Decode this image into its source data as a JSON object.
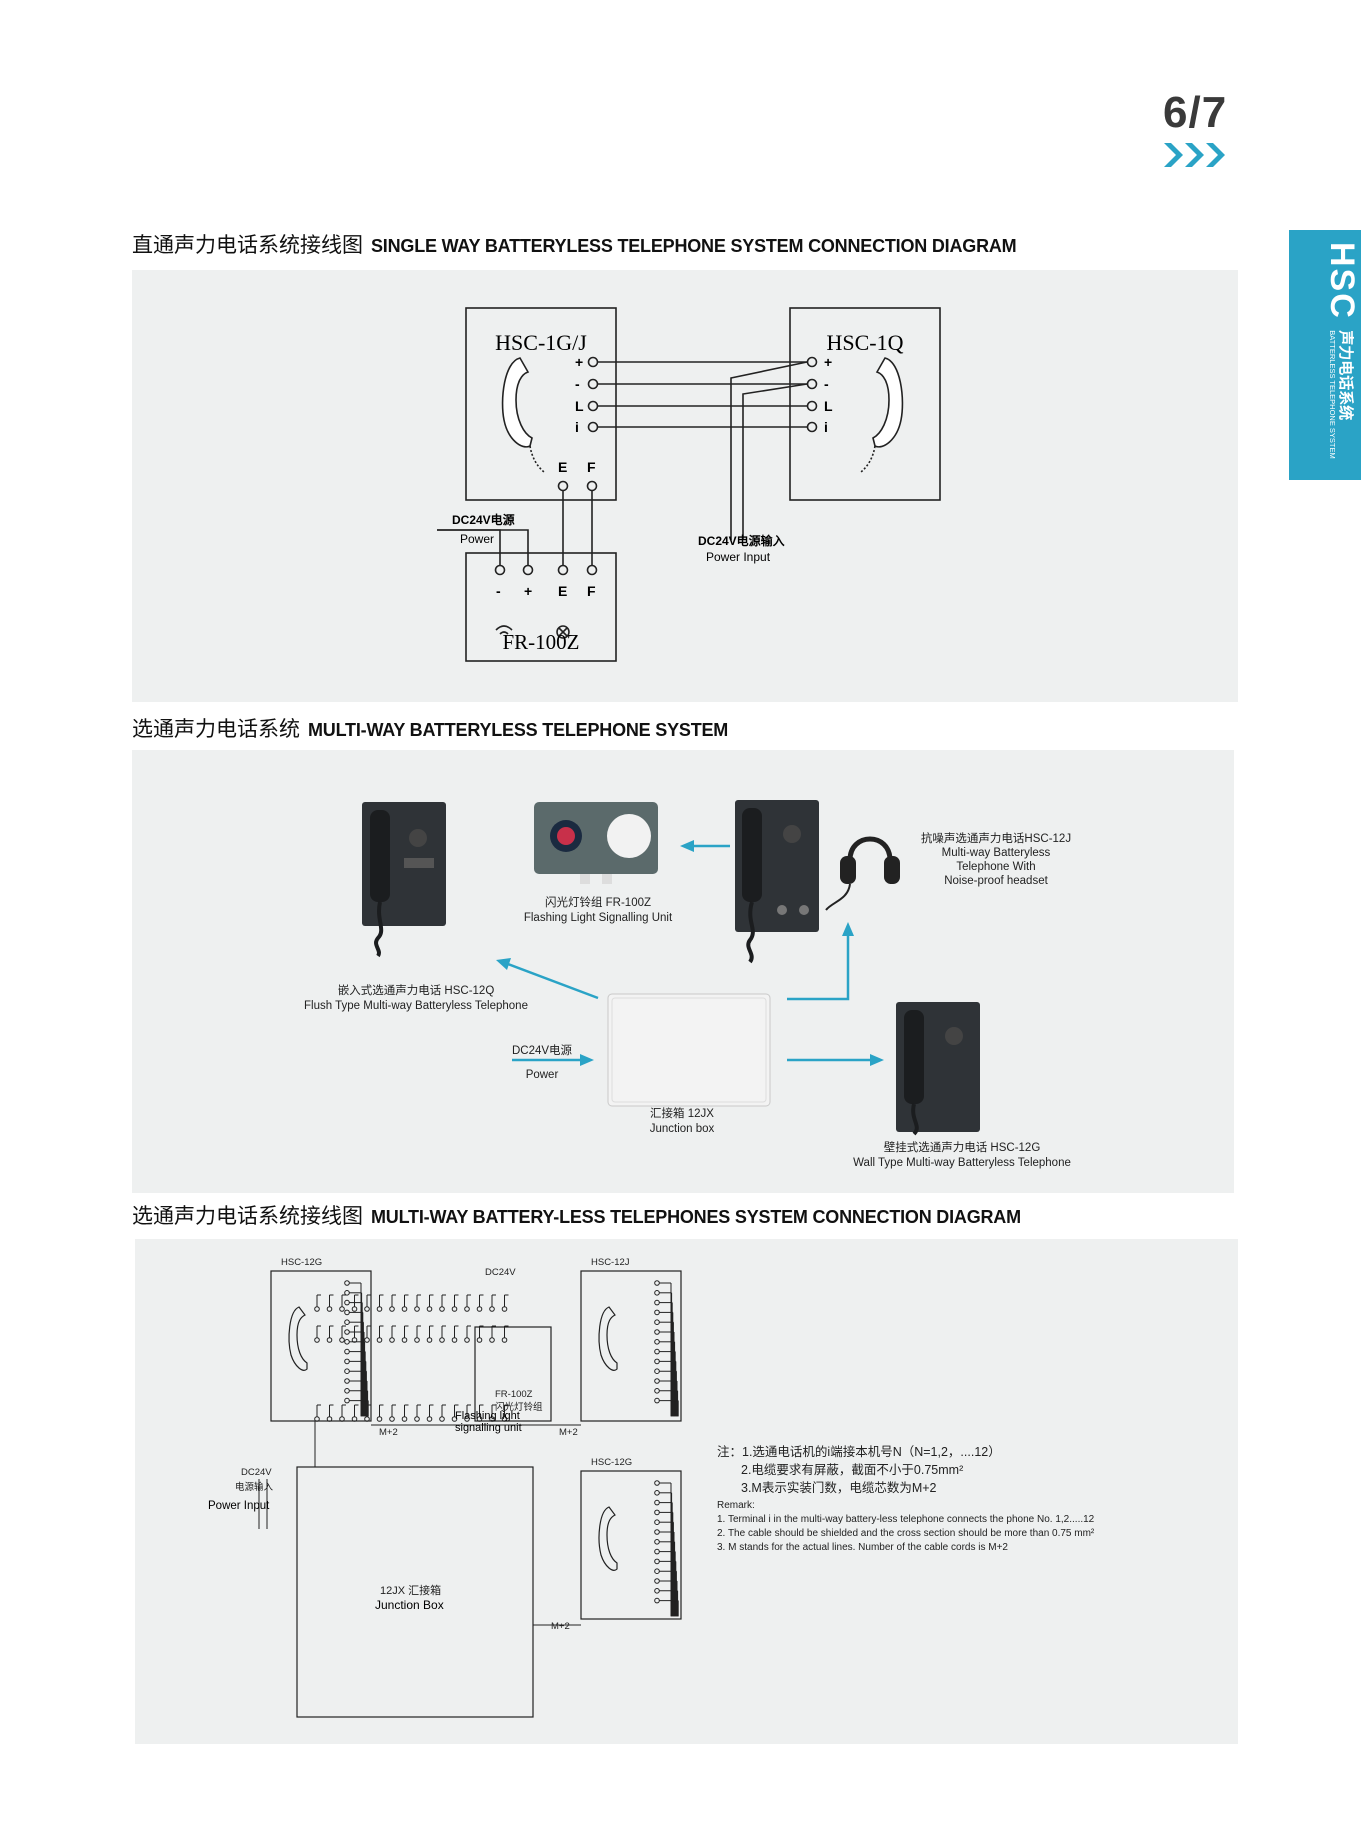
{
  "page": {
    "number": "6/7"
  },
  "side_tab": {
    "big": "HSC",
    "cn": "声力电话系统",
    "en": "BATTERLESS TELEPHONE SYSTEM"
  },
  "section1": {
    "title_cn": "直通声力电话系统接线图",
    "title_en": "SINGLE WAY BATTERYLESS TELEPHONE SYSTEM CONNECTION DIAGRAM",
    "left_device": "HSC-1G/J",
    "right_device": "HSC-1Q",
    "terminals": [
      "+",
      "-",
      "L",
      "i"
    ],
    "ef_terminals": [
      "E",
      "F"
    ],
    "power_cn": "DC24V电源",
    "power_en": "Power",
    "power_input_cn": "DC24V电源输入",
    "power_input_en": "Power Input",
    "fr_terminals": [
      "-",
      "+",
      "E",
      "F"
    ],
    "fr_device": "FR-100Z"
  },
  "section2": {
    "title_cn": "选通声力电话系统",
    "title_en": "MULTI-WAY BATTERYLESS TELEPHONE SYSTEM",
    "flashing_cn": "闪光灯铃组 FR-100Z",
    "flashing_en": "Flashing Light Signalling Unit",
    "headset_cn": "抗噪声选通声力电话HSC-12J",
    "headset_en1": "Multi-way Batteryless",
    "headset_en2": "Telephone With",
    "headset_en3": "Noise-proof headset",
    "flush_cn": "嵌入式选通声力电话 HSC-12Q",
    "flush_en": "Flush Type Multi-way Batteryless Telephone",
    "power_cn": "DC24V电源",
    "power_en": "Power",
    "junction_cn": "汇接箱 12JX",
    "junction_en": "Junction box",
    "wall_cn": "壁挂式选通声力电话 HSC-12G",
    "wall_en": "Wall Type Multi-way Batteryless Telephone"
  },
  "section3": {
    "title_cn": "选通声力电话系统接线图",
    "title_en": "MULTI-WAY BATTERY-LESS TELEPHONES SYSTEM CONNECTION DIAGRAM",
    "unit_a": "HSC-12G",
    "unit_b": "HSC-12J",
    "unit_c": "HSC-12G",
    "dc24v": "DC24V",
    "fr_label": "FR-100Z",
    "fr_cn": "闪光灯铃组",
    "fr_en1": "Flashing light",
    "fr_en2": "signalling unit",
    "mplus": "M+2",
    "power_cn": "电源输入",
    "power_en": "Power Input",
    "jb_cn": "12JX 汇接箱",
    "jb_en": "Junction Box",
    "note_cn1": "注：1.选通电话机的i端接本机号N（N=1,2，....12）",
    "note_cn2": "2.电缆要求有屏蔽，截面不小于0.75mm²",
    "note_cn3": "3.M表示实装门数，电缆芯数为M+2",
    "remark": "Remark:",
    "remark1": "1. Terminal i in the multi-way battery-less telephone connects the phone No. 1,2.....12",
    "remark2": "2. The cable should be shielded and the cross section should be more than 0.75 mm²",
    "remark3": "3. M stands for the actual lines. Number of the cable cords is M+2"
  }
}
